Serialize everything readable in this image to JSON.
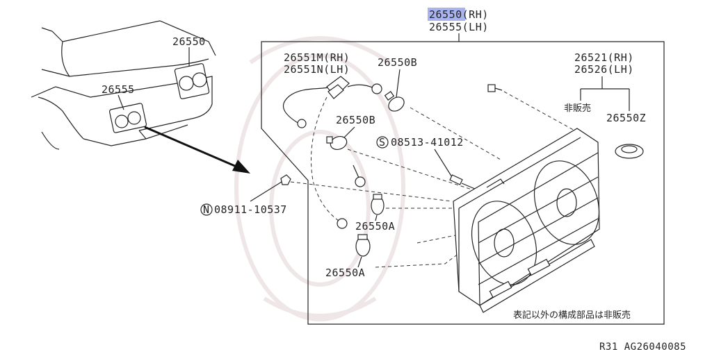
{
  "parts": {
    "main_rh": "26550",
    "main_rh_suffix": "(RH)",
    "main_lh": "26555(LH)",
    "car_26550": "26550",
    "car_26555": "26555",
    "socket_rh": "26551M(RH)",
    "socket_lh": "26551N(LH)",
    "bulb_b_top": "26550B",
    "bulb_b_mid": "26550B",
    "bolt_s": "08513-41012",
    "nut_n": "08911-10537",
    "bulb_a_1": "26550A",
    "bulb_a_2": "26550A",
    "lens_rh": "26521(RH)",
    "lens_lh": "26526(LH)",
    "not_for_sale": "非販売",
    "gasket_z": "26550Z",
    "note": "表記以外の構成部品は非販売",
    "s_symbol": "S",
    "n_symbol": "N"
  },
  "footer": {
    "code": "R31  AG26040085"
  },
  "colors": {
    "highlight": "#a9b4ee",
    "line": "#222222",
    "watermark": "#efe7e7"
  }
}
